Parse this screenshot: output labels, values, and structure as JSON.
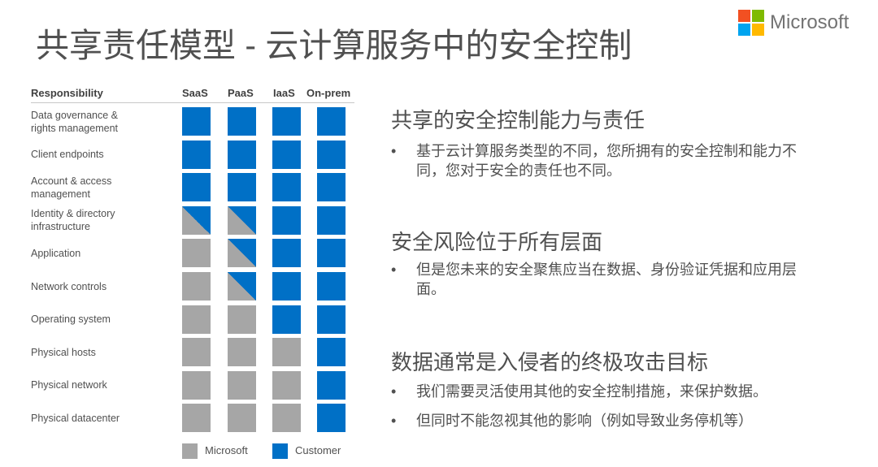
{
  "title": "共享责任模型 - 云计算服务中的安全控制",
  "logo": {
    "text": "Microsoft",
    "colors": [
      "#f25022",
      "#7fba00",
      "#00a4ef",
      "#ffb900"
    ]
  },
  "colors": {
    "microsoft": "#a6a6a6",
    "customer": "#0070c6"
  },
  "grid": {
    "header": {
      "responsibility": "Responsibility",
      "columns": [
        "SaaS",
        "PaaS",
        "IaaS",
        "On-prem"
      ]
    },
    "rows": [
      {
        "label": "Data governance &\nrights management",
        "cells": [
          "C",
          "C",
          "C",
          "C"
        ]
      },
      {
        "label": "Client endpoints",
        "cells": [
          "C",
          "C",
          "C",
          "C"
        ]
      },
      {
        "label": "Account & access\nmanagement",
        "cells": [
          "C",
          "C",
          "C",
          "C"
        ]
      },
      {
        "label": "Identity & directory\ninfrastructure",
        "cells": [
          "S",
          "S",
          "C",
          "C"
        ]
      },
      {
        "label": "Application",
        "cells": [
          "M",
          "S",
          "C",
          "C"
        ]
      },
      {
        "label": "Network controls",
        "cells": [
          "M",
          "S",
          "C",
          "C"
        ]
      },
      {
        "label": "Operating system",
        "cells": [
          "M",
          "M",
          "C",
          "C"
        ]
      },
      {
        "label": "Physical hosts",
        "cells": [
          "M",
          "M",
          "M",
          "C"
        ]
      },
      {
        "label": "Physical network",
        "cells": [
          "M",
          "M",
          "M",
          "C"
        ]
      },
      {
        "label": "Physical datacenter",
        "cells": [
          "M",
          "M",
          "M",
          "C"
        ]
      }
    ],
    "legend": {
      "microsoft": "Microsoft",
      "customer": "Customer"
    }
  },
  "sections": [
    {
      "heading": "共享的安全控制能力与责任",
      "bullets": [
        "基于云计算服务类型的不同，您所拥有的安全控制和能力不同，您对于安全的责任也不同。"
      ]
    },
    {
      "heading": "安全风险位于所有层面",
      "bullets": [
        "但是您未来的安全聚焦应当在数据、身份验证凭据和应用层面。"
      ]
    },
    {
      "heading": "数据通常是入侵者的终极攻击目标",
      "bullets": [
        "我们需要灵活使用其他的安全控制措施，来保护数据。",
        "但同时不能忽视其他的影响（例如导致业务停机等）"
      ]
    }
  ],
  "bullet_glyph": "•"
}
